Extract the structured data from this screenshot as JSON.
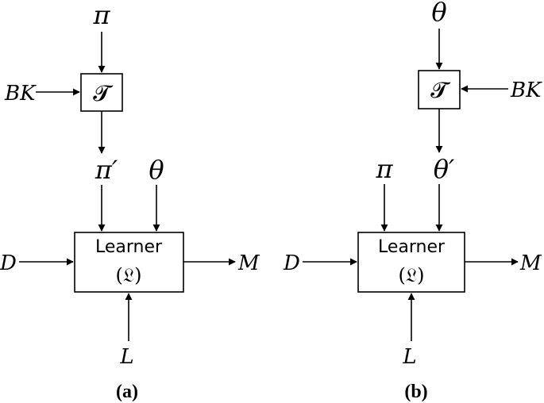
{
  "panel_a": {
    "caption": "(a)",
    "top_input": "π",
    "transform_symbol": "𝓣",
    "background_knowledge": "BK",
    "transformed_output": "π′",
    "second_input": "θ",
    "learner_title": "Learner",
    "learner_symbol": "(𝔏)",
    "data_input": "D",
    "model_output": "M",
    "loss_input": "L"
  },
  "panel_b": {
    "caption": "(b)",
    "top_input": "θ",
    "transform_symbol": "𝓣",
    "background_knowledge": "BK",
    "transformed_output": "θ′",
    "second_input": "π",
    "learner_title": "Learner",
    "learner_symbol": "(𝔏)",
    "data_input": "D",
    "model_output": "M",
    "loss_input": "L"
  },
  "colors": {
    "stroke": "#000000",
    "background": "#ffffff"
  }
}
